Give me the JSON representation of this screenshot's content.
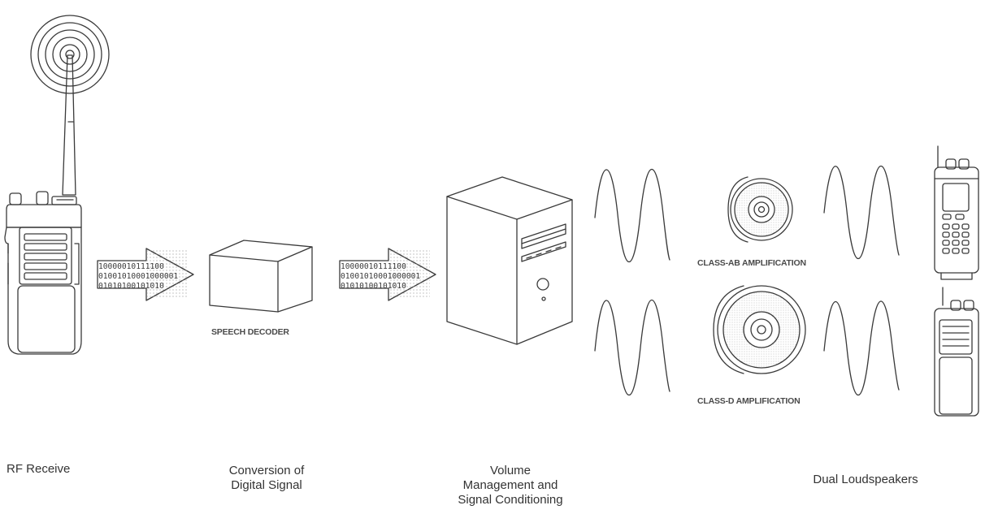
{
  "labels": {
    "speech_decoder": "SPEECH DECODER",
    "class_ab": "CLASS-AB AMPLIFICATION",
    "class_d": "CLASS-D AMPLIFICATION"
  },
  "bits": {
    "row1": "10000010111100",
    "row2": "01001010001000001",
    "row3": "01010100101010"
  },
  "captions": {
    "rf": [
      "RF Receive"
    ],
    "conversion": [
      "Conversion of",
      "Digital Signal"
    ],
    "volume": [
      "Volume",
      "Management and",
      "Signal Conditioning"
    ],
    "dual": [
      "Dual Loudspeakers"
    ]
  },
  "colors": {
    "stroke": "#3a3a3a",
    "text": "#333333"
  },
  "icons": [
    "radio-icon",
    "signal-rings-icon",
    "data-arrow-icon",
    "decoder-box-icon",
    "computer-tower-icon",
    "waveform-icon",
    "speaker-icon"
  ]
}
